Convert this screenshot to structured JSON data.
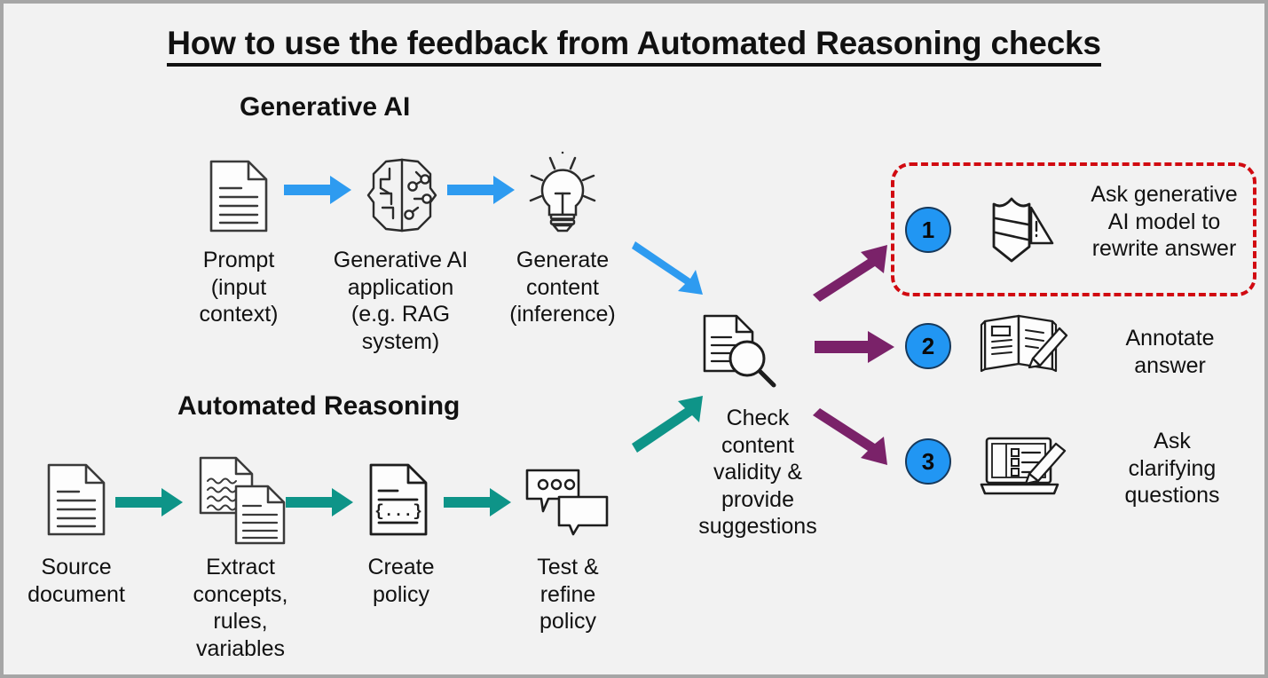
{
  "title": "How to use the feedback from Automated Reasoning checks",
  "colors": {
    "background": "#f2f2f2",
    "frame_border": "#a6a6a6",
    "blue_arrow": "#2e9bf0",
    "teal_arrow": "#0e9488",
    "purple_arrow": "#7a2269",
    "red_dashed": "#d10a11",
    "circle_fill": "#2196f3",
    "circle_border": "#16395c",
    "text": "#111111"
  },
  "sections": {
    "generative_ai": {
      "heading": "Generative AI",
      "steps": [
        {
          "icon": "document-icon",
          "label": "Prompt\n(input\ncontext)"
        },
        {
          "icon": "brain-circuit-icon",
          "label": "Generative AI\napplication\n(e.g. RAG\nsystem)"
        },
        {
          "icon": "lightbulb-icon",
          "label": "Generate\ncontent\n(inference)"
        }
      ]
    },
    "automated_reasoning": {
      "heading": "Automated Reasoning",
      "steps": [
        {
          "icon": "document-icon",
          "label": "Source\ndocument"
        },
        {
          "icon": "documents-extract-icon",
          "label": "Extract\nconcepts,\nrules,\nvariables"
        },
        {
          "icon": "policy-code-document-icon",
          "label": "Create\npolicy"
        },
        {
          "icon": "chat-bubbles-icon",
          "label": "Test &\nrefine\npolicy"
        }
      ]
    },
    "check_node": {
      "icon": "document-magnifier-icon",
      "label": "Check\ncontent\nvalidity &\nprovide\nsuggestions"
    },
    "outcomes": [
      {
        "number": "1",
        "icon": "shield-alert-icon",
        "label": "Ask generative\nAI model to\nrewrite answer",
        "highlighted": true
      },
      {
        "number": "2",
        "icon": "book-pencil-icon",
        "label": "Annotate\nanswer",
        "highlighted": false
      },
      {
        "number": "3",
        "icon": "laptop-checklist-pencil-icon",
        "label": "Ask\nclarifying\nquestions",
        "highlighted": false
      }
    ]
  }
}
